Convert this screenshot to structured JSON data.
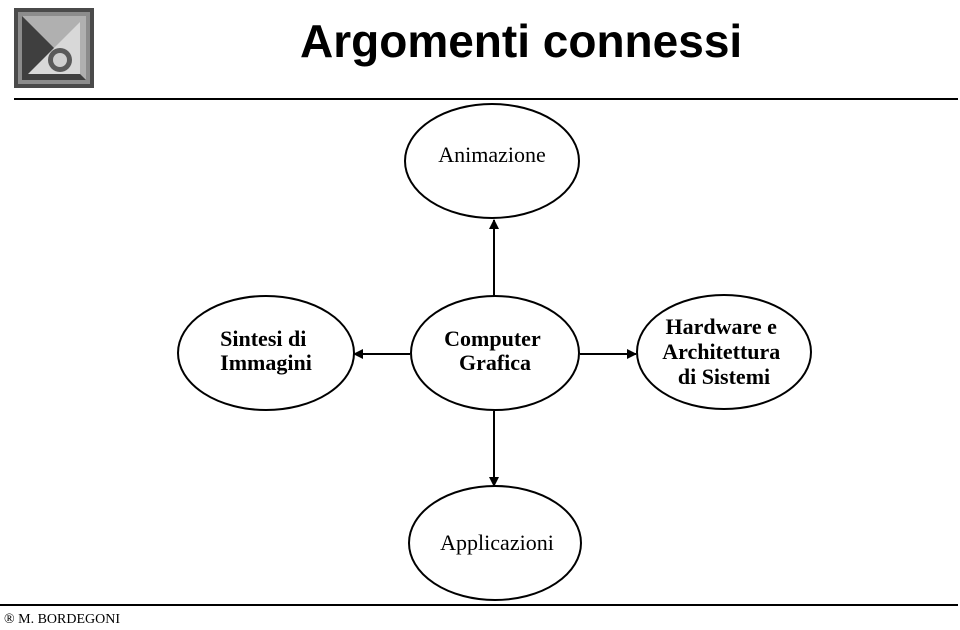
{
  "header": {
    "title": "Argomenti connessi",
    "logo_icon": "polimi-logo-icon"
  },
  "diagram": {
    "nodes": {
      "center": [
        "Computer",
        "Grafica"
      ],
      "top": [
        "Animazione"
      ],
      "left": [
        "Sintesi di",
        "Immagini"
      ],
      "right": [
        "Hardware e",
        "Architettura",
        "di Sistemi"
      ],
      "bottom": [
        "Applicazioni"
      ]
    },
    "edges": [
      {
        "from": "center",
        "to": "top"
      },
      {
        "from": "center",
        "to": "left"
      },
      {
        "from": "center",
        "to": "right"
      },
      {
        "from": "center",
        "to": "bottom"
      }
    ]
  },
  "footer": {
    "credit": "® M. BORDEGONI"
  },
  "colors": {
    "stroke": "#000000",
    "logo_dark": "#555555",
    "logo_light": "#aaaaaa"
  }
}
